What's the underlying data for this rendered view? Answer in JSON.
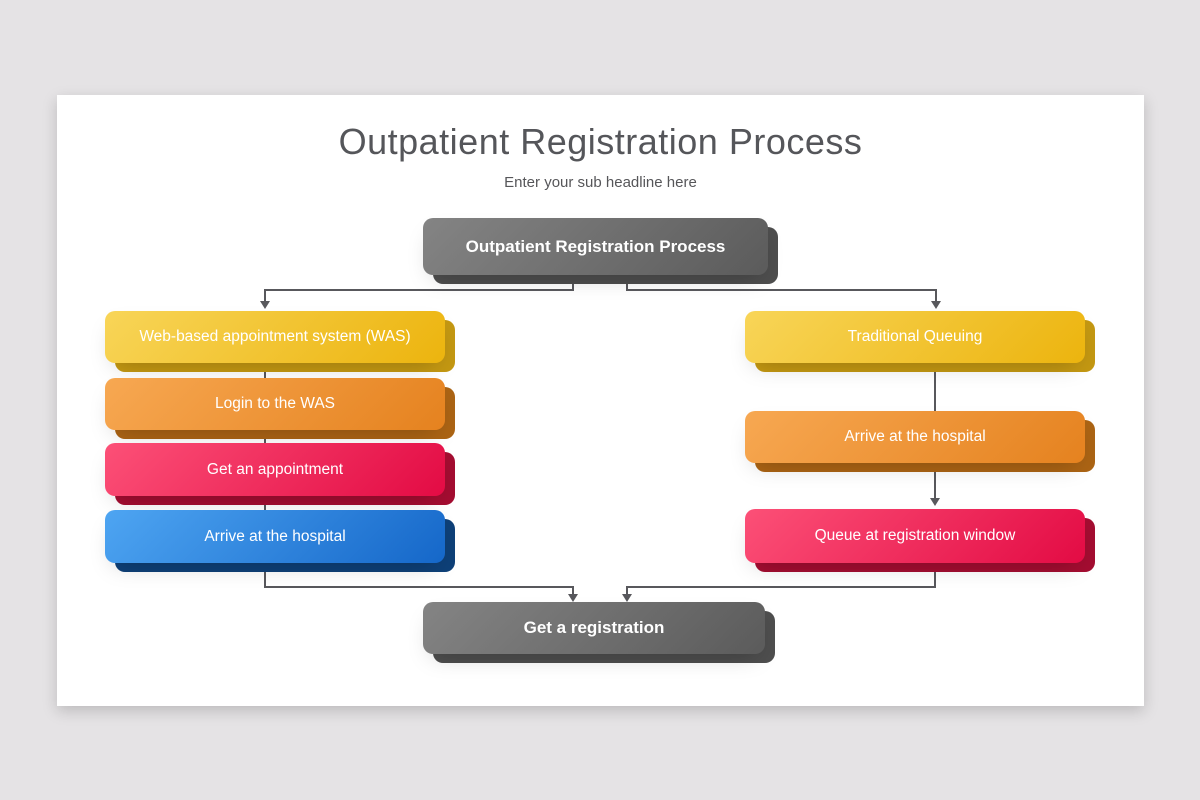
{
  "palette": {
    "backdrop": "#e5e3e5",
    "canvas": "#ffffff",
    "title_color": "#55565a",
    "connector_color": "#58585c",
    "yellow": {
      "light": "#f8d558",
      "dark": "#ecb40e",
      "shadow": "#c49812"
    },
    "orange": {
      "light": "#f7a852",
      "dark": "#e5821f",
      "shadow": "#ac6414"
    },
    "red": {
      "light": "#fc5077",
      "dark": "#e30b44",
      "shadow": "#a40d31"
    },
    "blue": {
      "light": "#4ea5f2",
      "dark": "#1567c9",
      "shadow": "#0e4078"
    },
    "gray": {
      "light": "#848484",
      "dark": "#5b5b5b",
      "shadow": "#4e4e4e"
    }
  },
  "header": {
    "title": "Outpatient Registration Process",
    "subtitle": "Enter your sub headline here"
  },
  "flowchart": {
    "start": {
      "label": "Outpatient Registration Process",
      "color": "gray"
    },
    "left_branch": {
      "steps": [
        {
          "label": "Web-based appointment system (WAS)",
          "color": "yellow"
        },
        {
          "label": "Login to the WAS",
          "color": "orange"
        },
        {
          "label": "Get an appointment",
          "color": "red"
        },
        {
          "label": "Arrive at the hospital",
          "color": "blue"
        }
      ]
    },
    "right_branch": {
      "steps": [
        {
          "label": "Traditional Queuing",
          "color": "yellow"
        },
        {
          "label": "Arrive at the hospital",
          "color": "orange"
        },
        {
          "label": "Queue at registration window",
          "color": "red"
        }
      ]
    },
    "end": {
      "label": "Get a registration",
      "color": "gray"
    }
  }
}
